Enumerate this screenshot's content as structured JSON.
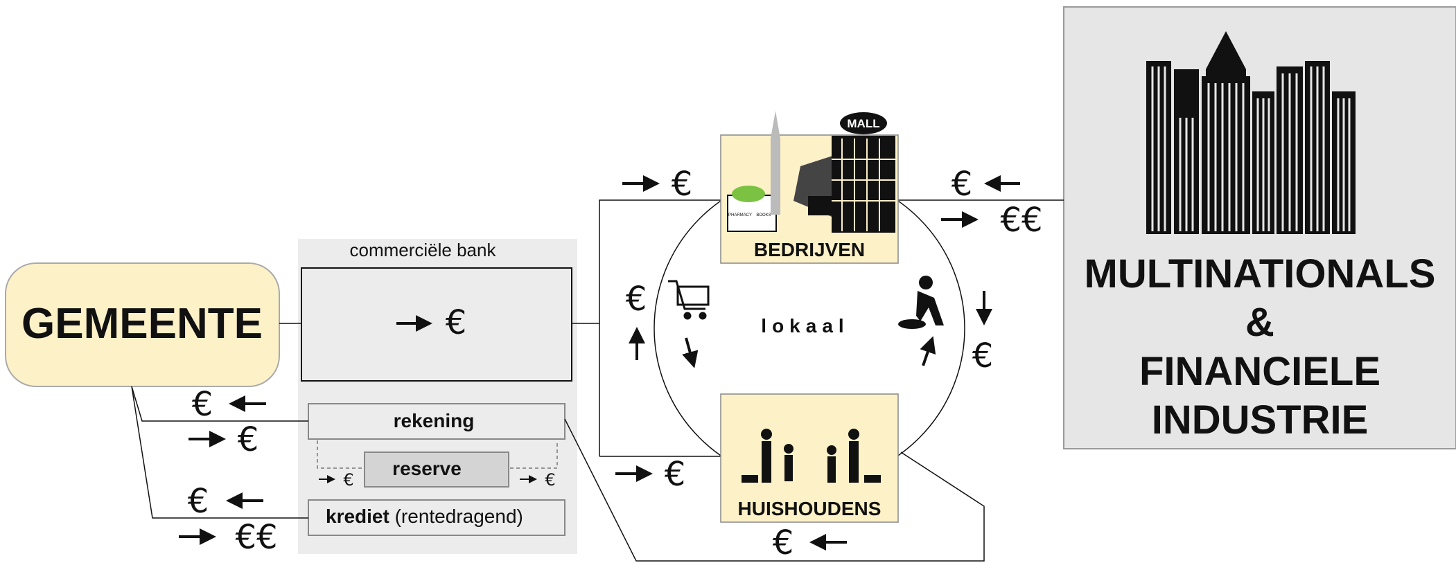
{
  "gemeente": {
    "label": "GEMEENTE"
  },
  "bank": {
    "title": "commerciële bank",
    "rekening": "rekening",
    "reserve": "reserve",
    "krediet_bold": "krediet",
    "krediet_rest": " (rentedragend)"
  },
  "bedrijven": {
    "label": "BEDRIJVEN",
    "mall_sign": "MALL",
    "shop_sign_1": "PHARMACY",
    "shop_sign_2": "BOOKS"
  },
  "huishoudens": {
    "label": "HUISHOUDENS"
  },
  "multinationals": {
    "line1": "MULTINATIONALS",
    "line2": "&",
    "line3": "FINANCIELE",
    "line4": "INDUSTRIE"
  },
  "center": {
    "label": "lokaal"
  },
  "symbols": {
    "euro": "€",
    "double_euro": "€€"
  },
  "colors": {
    "cream": "#fdf1c8",
    "bank_gray": "#ececec",
    "reserve_gray": "#d4d4d4",
    "panel_gray": "#e6e6e6",
    "ink": "#111111"
  }
}
